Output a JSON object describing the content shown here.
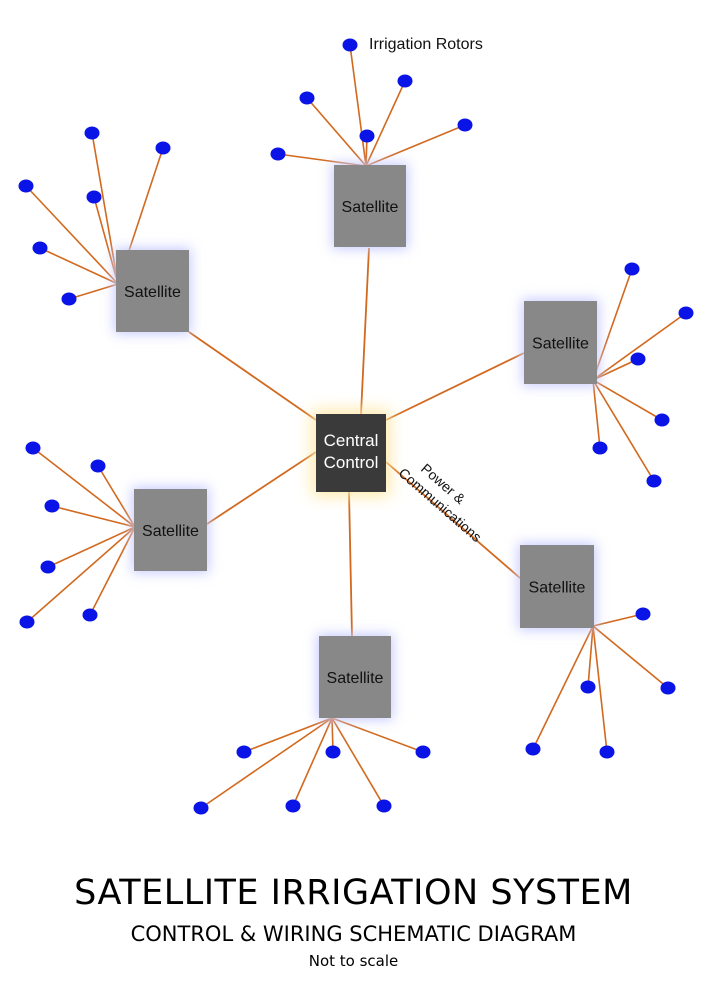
{
  "colors": {
    "wire": "#d2691e",
    "rotor": "#0a14e6",
    "satellite": "#888888",
    "satellite_glow": "#c8ccff",
    "central": "#3a3a3a",
    "central_glow": "#ffe9a8",
    "box_text_light": "#ffffff",
    "box_text_dark": "#111111"
  },
  "labels": {
    "central": [
      "Central",
      "Control"
    ],
    "satellite": "Satellite",
    "rotors_label": "Irrigation Rotors",
    "wire_label": [
      "Power &",
      "Communications"
    ]
  },
  "footer": {
    "title": "SATELLITE IRRIGATION SYSTEM",
    "subtitle": "CONTROL & WIRING SCHEMATIC DIAGRAM",
    "note": "Not to scale"
  }
}
